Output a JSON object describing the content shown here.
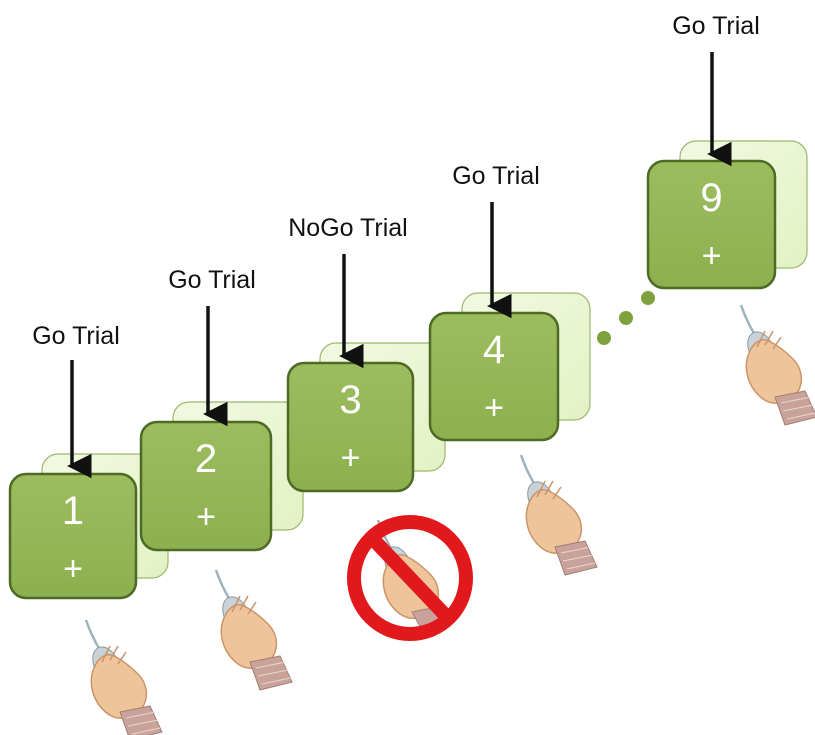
{
  "colors": {
    "card_front": "#8db04f",
    "card_front_border": "#4e6b26",
    "card_back": "#e2f2c4",
    "card_back_border": "#9ab86e",
    "arrow": "#111111",
    "dots": "#7fa23e",
    "prohibit": "#e2191c",
    "skin": "#f0c49a",
    "skin_shade": "#c9946a",
    "sleeve": "#c9a39a",
    "mouse": "#c8d2d8"
  },
  "trials": [
    {
      "label": "Go Trial",
      "number": "1",
      "fixation": "+",
      "response": "hand-on-mouse"
    },
    {
      "label": "Go Trial",
      "number": "2",
      "fixation": "+",
      "response": "hand-on-mouse"
    },
    {
      "label": "NoGo Trial",
      "number": "3",
      "fixation": "+",
      "response": "no-response"
    },
    {
      "label": "Go Trial",
      "number": "4",
      "fixation": "+",
      "response": "hand-on-mouse"
    },
    {
      "label": "Go Trial",
      "number": "9",
      "fixation": "+",
      "response": "hand-on-mouse"
    }
  ],
  "icons": {
    "continuation": "ellipsis-dots-icon",
    "response": "hand-on-mouse-icon",
    "no_response": "prohibition-sign-icon"
  }
}
